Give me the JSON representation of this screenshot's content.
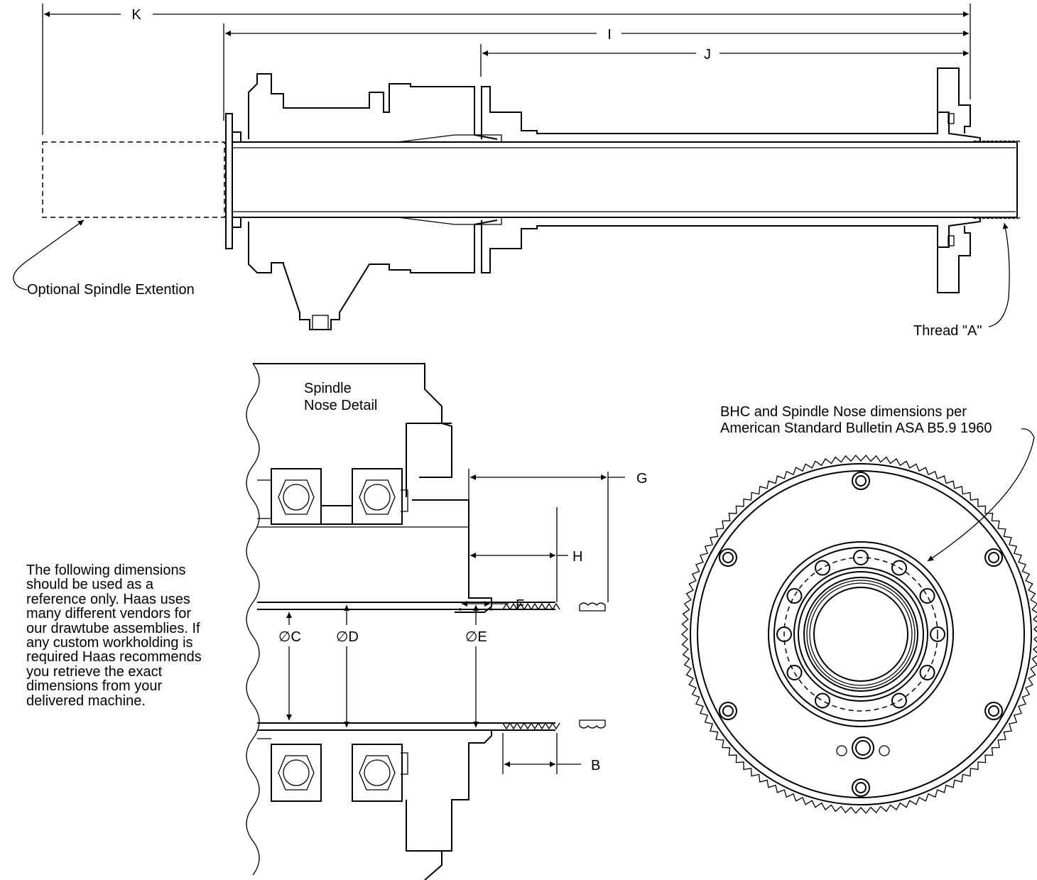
{
  "labels": {
    "K": "K",
    "I": "I",
    "J": "J",
    "G": "G",
    "H": "H",
    "F": "F",
    "B": "B",
    "C": "∅C",
    "D": "∅D",
    "E": "∅E",
    "optional_extension": "Optional Spindle Extention",
    "thread_a": "Thread \"A\"",
    "nose_detail_line1": "Spindle",
    "nose_detail_line2": "Nose Detail",
    "bhc_line1": "BHC and Spindle Nose dimensions per",
    "bhc_line2": "American Standard Bulletin ASA B5.9 1960"
  },
  "note": "The following dimensions should be used as a reference only. Haas uses many different vendors for our drawtube assemblies. If any custom workholding is required Haas recommends you retrieve the exact dimensions from your delivered machine."
}
